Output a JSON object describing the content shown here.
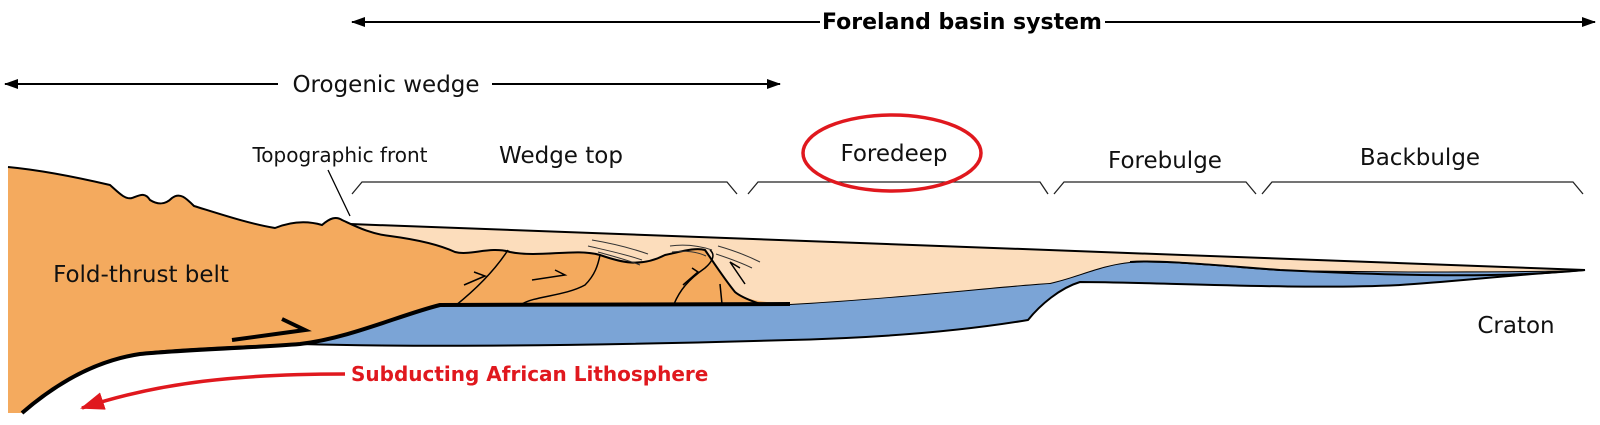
{
  "title": "Foreland basin system",
  "labels": {
    "orogenic_wedge": "Orogenic wedge",
    "topographic_front": "Topographic front",
    "wedge_top": "Wedge top",
    "foredeep": "Foredeep",
    "forebulge": "Forebulge",
    "backbulge": "Backbulge",
    "fold_thrust_belt": "Fold-thrust belt",
    "craton": "Craton",
    "subducting": "Subducting African Lithosphere"
  },
  "colors": {
    "orogen": "#F4AA5E",
    "basin_fill": "#FCDDBC",
    "foreland_blue": "#7BA4D6",
    "highlight_red": "#E0181E",
    "ink": "#000000"
  }
}
